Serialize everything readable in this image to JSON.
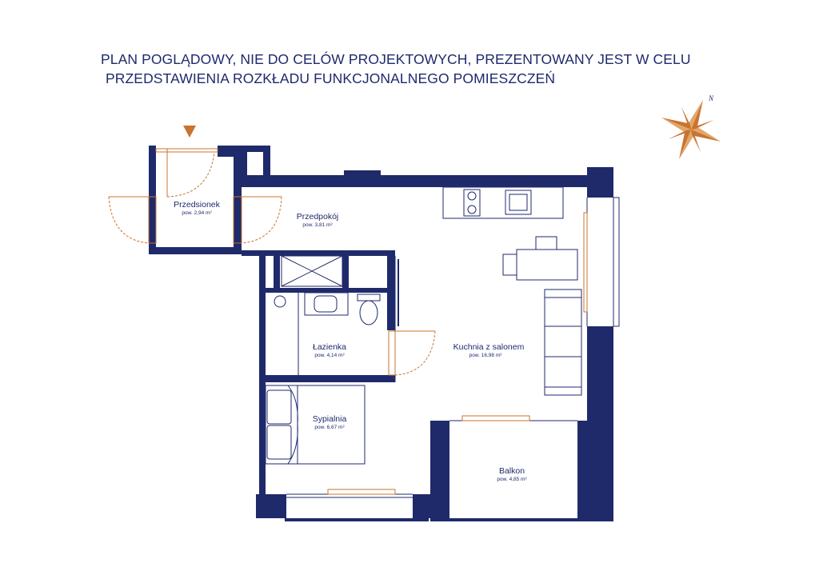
{
  "header": {
    "line1": "PLAN POGLĄDOWY, NIE DO CELÓW PROJEKTOWYCH, PREZENTOWANY JEST W CELU",
    "line2": "PRZEDSTAWIENIA ROZKŁADU FUNKCJONALNEGO POMIESZCZEŃ"
  },
  "colors": {
    "wall": "#1f2a6b",
    "accent": "#c8742f",
    "line": "#1f2a6b"
  },
  "compass": {
    "label": "N",
    "icon": "compass-rose-icon"
  },
  "entrance": {
    "icon": "entrance-arrow-icon"
  },
  "rooms": [
    {
      "name": "Przedsionek",
      "area": "pow. 2,94 m²"
    },
    {
      "name": "Przedpokój",
      "area": "pow. 3,81 m²"
    },
    {
      "name": "Łazienka",
      "area": "pow. 4,14 m²"
    },
    {
      "name": "Kuchnia z salonem",
      "area": "pow. 16,98 m²"
    },
    {
      "name": "Sypialnia",
      "area": "pow. 6,67 m²"
    },
    {
      "name": "Balkon",
      "area": "pow. 4,85 m²"
    }
  ]
}
